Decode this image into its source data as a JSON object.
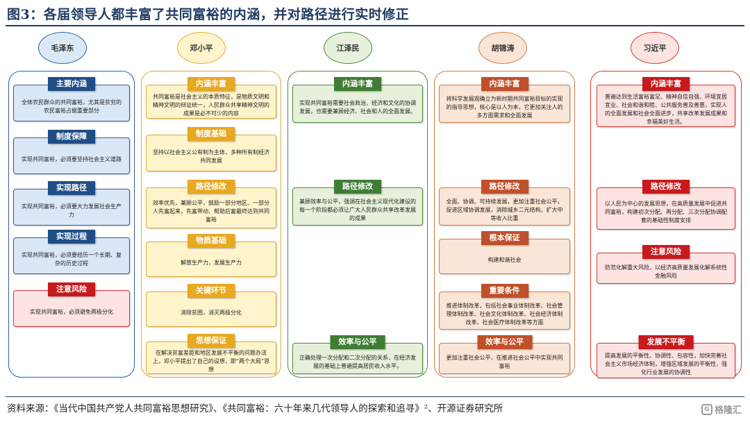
{
  "title": "图3：各届领导人都丰富了共同富裕的内涵，并对路径进行实时修正",
  "colors": {
    "title": "#1f3a63",
    "blue": "#1f4e86",
    "yellow": "#e8a81f",
    "green": "#3f7d34",
    "orange": "#c0502a",
    "red": "#c8191c"
  },
  "columns": [
    {
      "leader": "毛泽东",
      "sections": [
        {
          "heading": "主要内涵",
          "text": "全体农民群众的共同富裕，尤其是贫穷的农民富裕占据重要部分"
        },
        {
          "heading": "制度保障",
          "text": "实现共同富裕，必须要坚持社会主义道路"
        },
        {
          "heading": "实现路径",
          "text": "实现共同富裕，必须要大力发展社会生产力"
        },
        {
          "heading": "实现过程",
          "text": "实现共同富裕，必须要经历一个长期、复杂的历史过程"
        },
        {
          "heading": "注意风险",
          "text": "实现共同富裕，必须避免两极分化"
        }
      ]
    },
    {
      "leader": "邓小平",
      "sections": [
        {
          "heading": "内涵丰富",
          "text": "共同富裕是社会主义的本质特征，是物质文明和精神文明的辩证统一，人民群众共享精神文明的成果是必不可少的内容"
        },
        {
          "heading": "制度基础",
          "text": "坚持以社会主义公有制为主体，多种所有制经济共同发展"
        },
        {
          "heading": "路径修改",
          "text": "效率优先，兼顾公平，鼓励一部分地区、一部分人先富起来，先富带动、帮助后富最终达到共同富裕"
        },
        {
          "heading": "物质基础",
          "text": "解放生产力，发展生产力"
        },
        {
          "heading": "关键环节",
          "text": "消除贫困，消灭两极分化"
        },
        {
          "heading": "思想保证",
          "text": "在解决贫富差距和地区发展不平衡的问题办法上，邓小平提出了自己的设想，即“两个大局”思想"
        }
      ]
    },
    {
      "leader": "江泽民",
      "sections": [
        {
          "heading": "内涵丰富",
          "text": "实现共同富裕需要社会政治、经济和文化的协调发展，也需要兼顾经济、社会和人的全面发展。"
        },
        {
          "heading": "路径修改",
          "text": "兼顾效率与公平，强调在社会主义现代化建设的每一个阶段都必须让广大人民群众共享改革发展的成果"
        },
        {
          "heading": "效率与公平",
          "text": "正确处理一次分配和二次分配的关系，在经济发展的基础上普遍提高居民收入水平。"
        }
      ]
    },
    {
      "leader": "胡锦涛",
      "sections": [
        {
          "heading": "内涵丰富",
          "text": "将科学发展观确立为新时期共同富裕目标的实现的指导思想，核心是以人为本，它更加关注人的多方面需求和全面发展"
        },
        {
          "heading": "路径修改",
          "text": "全面、协调、可持续发展，更加注重社会公平，促进区域协调发展，消除城乡二元结构，扩大中等收入比重"
        },
        {
          "heading": "根本保证",
          "text": "构建和谐社会"
        },
        {
          "heading": "重要条件",
          "text": "推进体制改革，包括社会事业体制改革、社会管理体制改革、社会文化体制改革、社会经济体制改革、社会医疗体制改革等方面"
        },
        {
          "heading": "效率与公平",
          "text": "更加注重社会公平，在推进社会公平中实现共同富裕"
        }
      ]
    },
    {
      "leader": "习近平",
      "sections": [
        {
          "heading": "内涵丰富",
          "text": "普遍达到生活富裕富足、精神自信自强、环境宜居宜业、社会和谐和睦、公共服务普及普惠，实现人的全面发展和社会全面进步，共享改革发展成果和幸福美好生活。"
        },
        {
          "heading": "路径修改",
          "text": "以人民为中心的发展思想，在高质量发展中促进共同富裕，构建初次分配、再分配、三次分配协调配套的基础性制度安排"
        },
        {
          "heading": "注意风险",
          "text": "防范化解重大风险，以经济高质量发展化解系统性金融风险"
        },
        {
          "heading": "发展不平衡",
          "text": "提高发展的平衡性、协调性、包容性，加快完善社会主义市场经济体制，增强区域发展的平衡性，强化行业发展的协调性"
        }
      ]
    }
  ],
  "footer": "资料来源：《当代中国共产党人共同富裕思想研究》、《共同富裕：六十年来几代领导人的探索和追寻》²、开源证券研究所",
  "watermark": "格隆汇"
}
